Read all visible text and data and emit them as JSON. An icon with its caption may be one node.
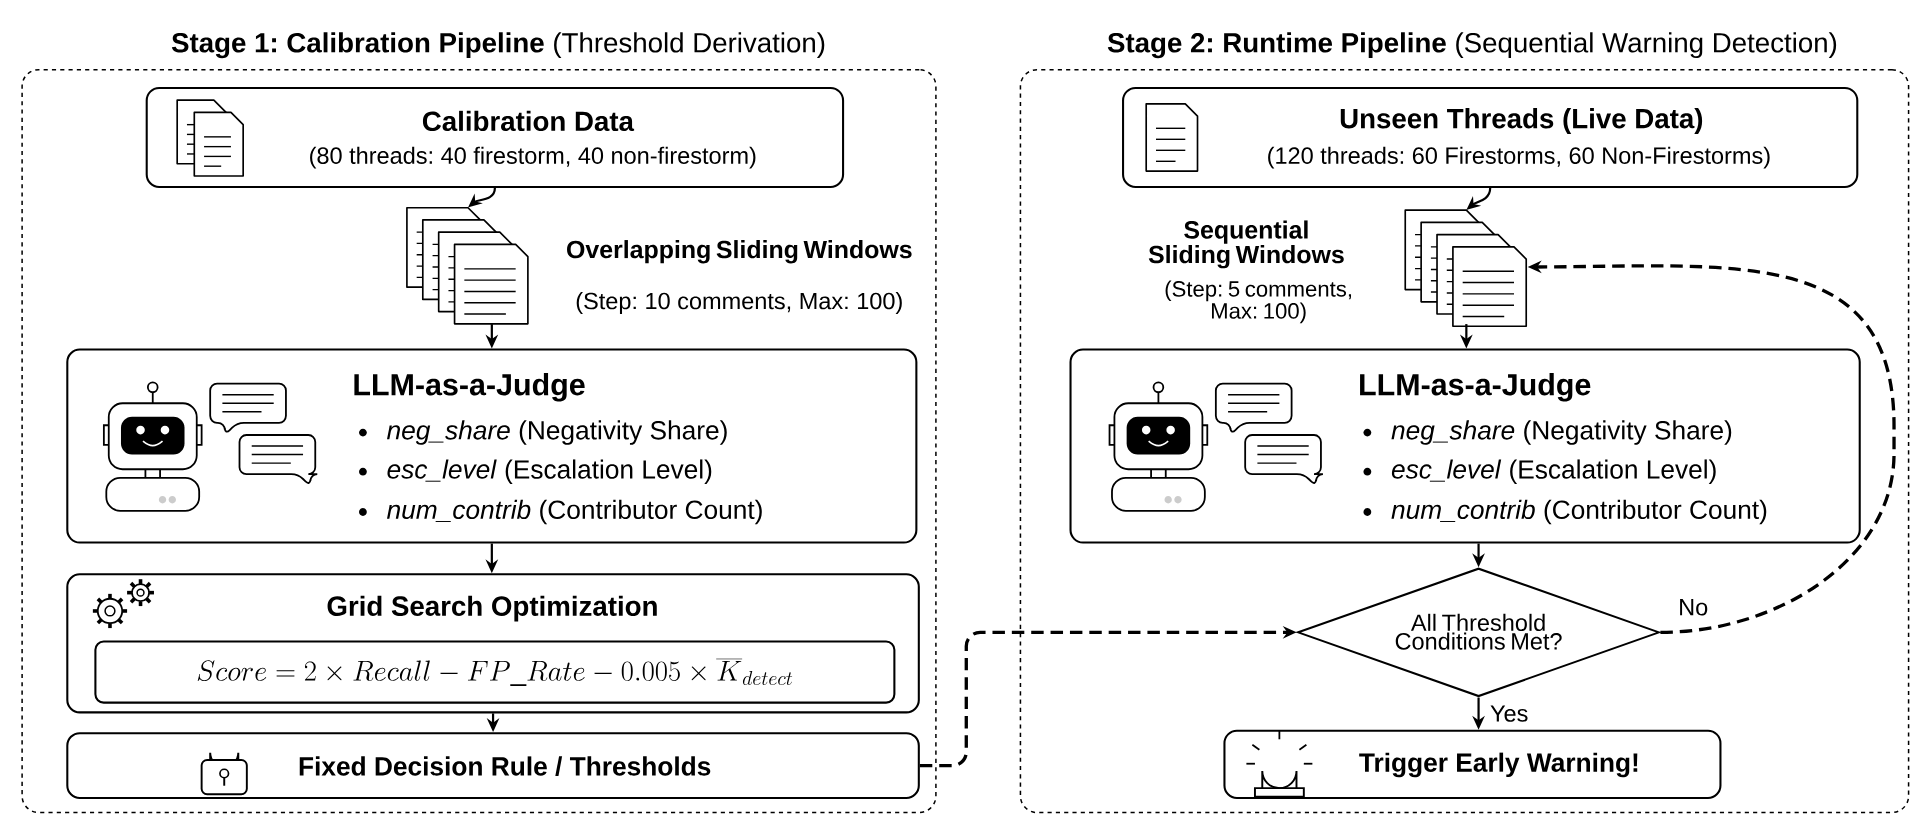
{
  "diagram": {
    "nodes": [
      {
        "text": [
          "**Stage 1: Calibration Pipeline** (Threshold Derivation)"
        ]
      },
      {
        "text": [
          "Calibration Data",
          "(80 threads: 40 firestorm, 40 non-firestorm)"
        ],
        "in": 0
      },
      {
        "text": [],
        "shape": "picture",
        "beside": [
          "Overlapping Sliding Windows",
          "(Step: 10 comments, Max: 100)"
        ],
        "in": 0
      },
      {
        "text": [
          "LLM-as-a-Judge",
          "*neg_share* (Negativity Share)",
          "*esc_level* (Escalation Level)",
          "*num_contrib* (Contributor Count)"
        ],
        "in": 0
      },
      {
        "text": [
          "Grid Search Optimization"
        ],
        "in": 0
      },
      {
        "text": [
          "Score = 2 \\times Recall - FP\\_Rate - 0.005 \\times \\overline{K}_{detect}"
        ],
        "in": 4
      },
      {
        "text": [
          "Fixed Decision Rule / Thresholds"
        ],
        "in": 0
      },
      {
        "text": [
          "**Stage 2: Runtime Pipeline** (Sequential Warning Detection)"
        ]
      },
      {
        "text": [
          "Unseen Threads (Live Data)",
          "(120 threads: 60 Firestorms, 60 Non-Firestorms)"
        ],
        "in": 7
      },
      {
        "text": [],
        "shape": "picture",
        "beside": [
          "Sequential Sliding Windows",
          "(Step: 5 comments, Max: 100)"
        ],
        "in": 7
      },
      {
        "text": [
          "LLM-as-a-Judge",
          "*neg_share* (Negativity Share)",
          "*esc_level* (Escalation Level)",
          "*num_contrib* (Contributor Count)"
        ],
        "in": 7
      },
      {
        "text": [
          "All Threshold Conditions Met?"
        ],
        "in": 7
      },
      {
        "text": [
          "Trigger Early Warning!"
        ],
        "in": 7
      }
    ],
    "edges": [
      {
        "from": 1,
        "to": 2,
        "arrow": "to"
      },
      {
        "from": 2,
        "to": 3,
        "arrow": "to"
      },
      {
        "from": 3,
        "to": 4,
        "arrow": "to"
      },
      {
        "from": 4,
        "to": 6,
        "arrow": "to"
      },
      {
        "from": 6,
        "to": 11,
        "arrow": "to",
        "style": "dashed"
      },
      {
        "from": 8,
        "to": 9,
        "arrow": "to"
      },
      {
        "from": 9,
        "to": 10,
        "arrow": "to"
      },
      {
        "from": 10,
        "to": 11,
        "arrow": "to"
      },
      {
        "from": 11,
        "to": 12,
        "arrow": "to",
        "label": "Yes"
      },
      {
        "from": 11,
        "to": 9,
        "arrow": "to",
        "label": "No",
        "style": "dashed"
      }
    ]
  }
}
